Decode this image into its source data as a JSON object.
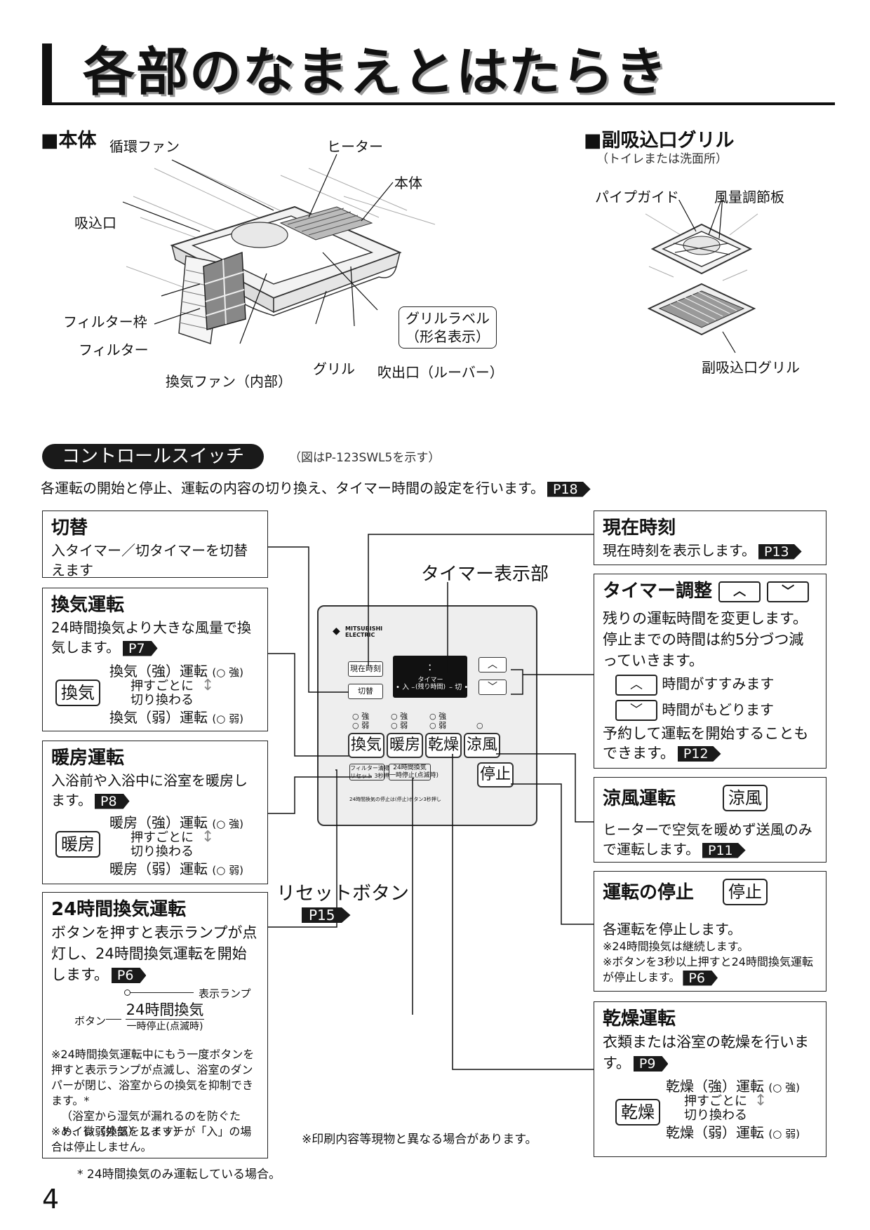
{
  "page": {
    "title": "各部のなまえとはたらき",
    "page_number": "4"
  },
  "body_section": {
    "heading": "■本体",
    "labels": {
      "circ_fan": "循環ファン",
      "heater": "ヒーター",
      "body": "本体",
      "intake": "吸込口",
      "filter_frame": "フィルター枠",
      "filter": "フィルター",
      "vent_fan": "換気ファン（内部）",
      "grill": "グリル",
      "outlet": "吹出口（ルーバー）",
      "grill_label_1": "グリルラベル",
      "grill_label_2": "（形名表示）"
    }
  },
  "sub_grill": {
    "heading": "■副吸込口グリル",
    "sub": "（トイレまたは洗面所）",
    "pipe_guide": "パイプガイド",
    "damper": "風量調節板",
    "caption": "副吸込口グリル"
  },
  "control": {
    "pill": "コントロールスイッチ",
    "note": "（図はP-123SWL5を示す）",
    "desc": "各運転の開始と停止、運転の内容の切り換え、タイマー時間の設定を行います。",
    "desc_ref": "P18",
    "timer_display_label": "タイマー表示部",
    "reset_label": "リセットボタン",
    "reset_ref": "P15",
    "print_note": "※印刷内容等現物と異なる場合があります。"
  },
  "left_boxes": {
    "kirikae": {
      "title": "切替",
      "body": "入タイマー／切タイマーを切替えます"
    },
    "kanki": {
      "title": "換気運転",
      "body": "24時間換気より大きな風量で換気します。",
      "ref": "P7",
      "key": "換気",
      "strong": "換気（強）運転",
      "weak": "換気（弱）運転",
      "toggle_1": "押すごとに",
      "toggle_2": "切り換わる",
      "lamp_strong": "強",
      "lamp_weak": "弱"
    },
    "danbo": {
      "title": "暖房運転",
      "body": "入浴前や入浴中に浴室を暖房します。",
      "ref": "P8",
      "key": "暖房",
      "strong": "暖房（強）運転",
      "weak": "暖房（弱）運転",
      "toggle_1": "押すごとに",
      "toggle_2": "切り換わる",
      "lamp_strong": "強",
      "lamp_weak": "弱"
    },
    "h24": {
      "title": "24時間換気運転",
      "body": "ボタンを押すと表示ランプが点灯し、24時間換気運転を開始します。",
      "ref": "P6",
      "lamp_label": "表示ランプ",
      "button_label": "ボタン",
      "btn_top": "24時間換気",
      "btn_bottom": "一時停止(点滅時)",
      "note1": "※24時間換気運転中にもう一度ボタンを押すと表示ランプが点滅し、浴室のダンパーが閉じ、浴室からの換気を抑制できます。*",
      "note2": "（浴室から湿気が漏れるのを防ぐため、微弱換気をします）",
      "note3": "※トイレ（外部）スイッチが「入」の場合は停止しません。",
      "footnote": "* 24時間換気のみ運転している場合。"
    }
  },
  "right_boxes": {
    "clock": {
      "title": "現在時刻",
      "body": "現在時刻を表示します。",
      "ref": "P13"
    },
    "timer_adj": {
      "title": "タイマー調整",
      "body": "残りの運転時間を変更します。停止までの時間は約5分づつ減っていきます。",
      "up_text": "時間がすすみます",
      "down_text": "時間がもどります",
      "body2": "予約して運転を開始することもできます。",
      "ref": "P12"
    },
    "ryofu": {
      "title": "涼風運転",
      "key": "涼風",
      "body": "ヒーターで空気を暖めず送風のみで運転します。",
      "ref": "P11"
    },
    "stop": {
      "title": "運転の停止",
      "key": "停止",
      "body": "各運転を停止します。",
      "note1": "※24時間換気は継続します。",
      "note2": "※ボタンを3秒以上押すと24時間換気運転が停止します。",
      "ref": "P6"
    },
    "kanso": {
      "title": "乾燥運転",
      "body": "衣類または浴室の乾燥を行います。",
      "ref": "P9",
      "key": "乾燥",
      "strong": "乾燥（強）運転",
      "weak": "乾燥（弱）運転",
      "toggle_1": "押すごとに",
      "toggle_2": "切り換わる",
      "lamp_strong": "強",
      "lamp_weak": "弱"
    }
  },
  "panel": {
    "brand_1": "MITSUBISHI",
    "brand_2": "ELECTRIC",
    "btn_clock": "現在時刻",
    "btn_switch": "切替",
    "disp_in": "入",
    "disp_timer": "タイマー",
    "disp_remain": "(残り時間)",
    "disp_off": "切",
    "lamp_strong": "強",
    "lamp_weak": "弱",
    "btn_kanki": "換気",
    "btn_danbo": "暖房",
    "btn_kanso": "乾燥",
    "btn_ryofu": "涼風",
    "btn_stop": "停止",
    "btn_filter_1": "フィルター清掃",
    "btn_filter_2": "リセット 3秒押",
    "btn_24_1": "24時間換気",
    "btn_24_2": "一時停止(点滅時)",
    "footer": "24時間換気の停止は(停止)ボタン3秒押し"
  }
}
